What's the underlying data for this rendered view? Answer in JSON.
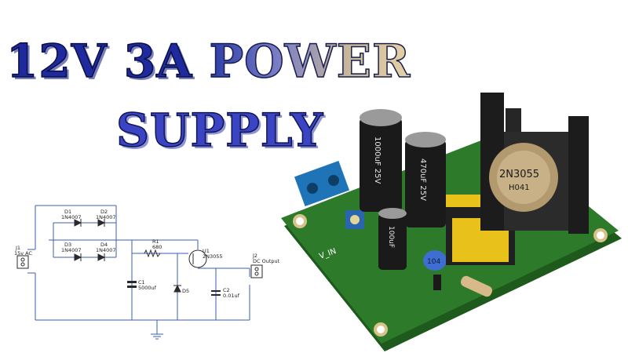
{
  "title": {
    "line1_part1": "12V 3A",
    "line1_part2": "POWER",
    "line2": "SUPPLY"
  },
  "schematic": {
    "components": [
      {
        "ref": "D1",
        "value": "1N4007"
      },
      {
        "ref": "D2",
        "value": "1N4007"
      },
      {
        "ref": "D3",
        "value": "1N4007"
      },
      {
        "ref": "D4",
        "value": "1N4007"
      },
      {
        "ref": "J1",
        "value": "15v AC"
      },
      {
        "ref": "R1",
        "value": "680"
      },
      {
        "ref": "U1",
        "value": "2N3055"
      },
      {
        "ref": "C1",
        "value": "5000uf"
      },
      {
        "ref": "D5",
        "value": ""
      },
      {
        "ref": "C2",
        "value": "0.01uf"
      },
      {
        "ref": "J2",
        "value": "DC Output"
      }
    ]
  },
  "board": {
    "silkscreen_title": "12V POWER SUPPLY",
    "input_label": "V_IN",
    "transistor_label": "2N3055",
    "transistor_code": "H041",
    "cap_large": "1000uF 25V",
    "cap_medium": "470uF 25V",
    "cap_small": "100uF",
    "ceramic_cap": "104"
  },
  "colors": {
    "pcb_green": "#2d7a2b",
    "pcb_edge": "#1d5a1c",
    "terminal_blue": "#1f73b7",
    "transformer_yellow": "#e8c21a",
    "heatsink": "#1c1c1c"
  }
}
